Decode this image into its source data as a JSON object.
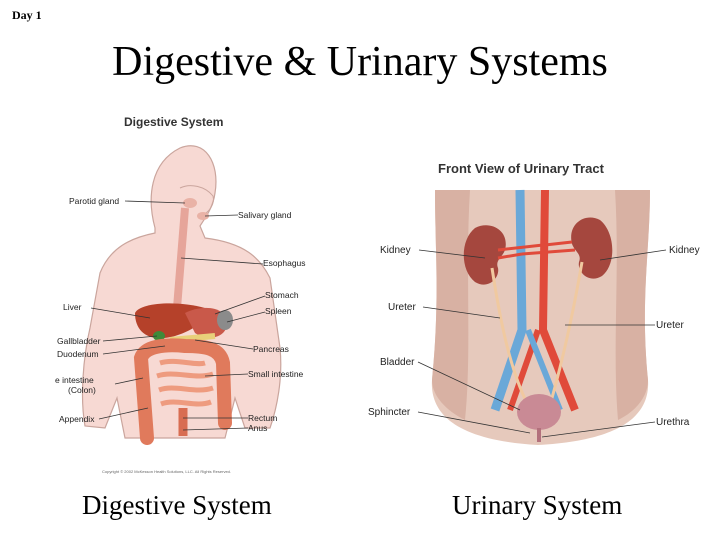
{
  "day_label": "Day 1",
  "slide_title": "Digestive & Urinary Systems",
  "digestive": {
    "heading": "Digestive System",
    "caption": "Digestive System",
    "copyright": "Copyright © 2002 McKesson Health Solutions, LLC. All Rights Reserved.",
    "labels": {
      "parotid": "Parotid gland",
      "salivary": "Salivary gland",
      "esophagus": "Esophagus",
      "liver": "Liver",
      "stomach": "Stomach",
      "spleen": "Spleen",
      "gallbladder": "Gallbladder",
      "duodenum": "Duodenum",
      "pancreas": "Pancreas",
      "large_intestine": "Large intestine",
      "colon": "(Colon)",
      "small_intestine": "Small intestine",
      "appendix": "Appendix",
      "rectum": "Rectum",
      "anus": "Anus"
    },
    "colors": {
      "skin": "#f7d9d3",
      "outline": "#caa59d",
      "liver": "#b5412a",
      "intestine": "#e07a5c",
      "stomach": "#c9594a"
    }
  },
  "urinary": {
    "heading": "Front View of Urinary Tract",
    "caption": "Urinary System",
    "labels": {
      "kidney_left": "Kidney",
      "kidney_right": "Kidney",
      "ureter_left": "Ureter",
      "ureter_right": "Ureter",
      "bladder": "Bladder",
      "sphincter": "Sphincter",
      "urethra": "Urethra"
    },
    "colors": {
      "body": "#e6c9bc",
      "kidney": "#a5473e",
      "artery": "#e04a3a",
      "vein": "#6aa8d8",
      "bladder": "#c98a95"
    }
  }
}
